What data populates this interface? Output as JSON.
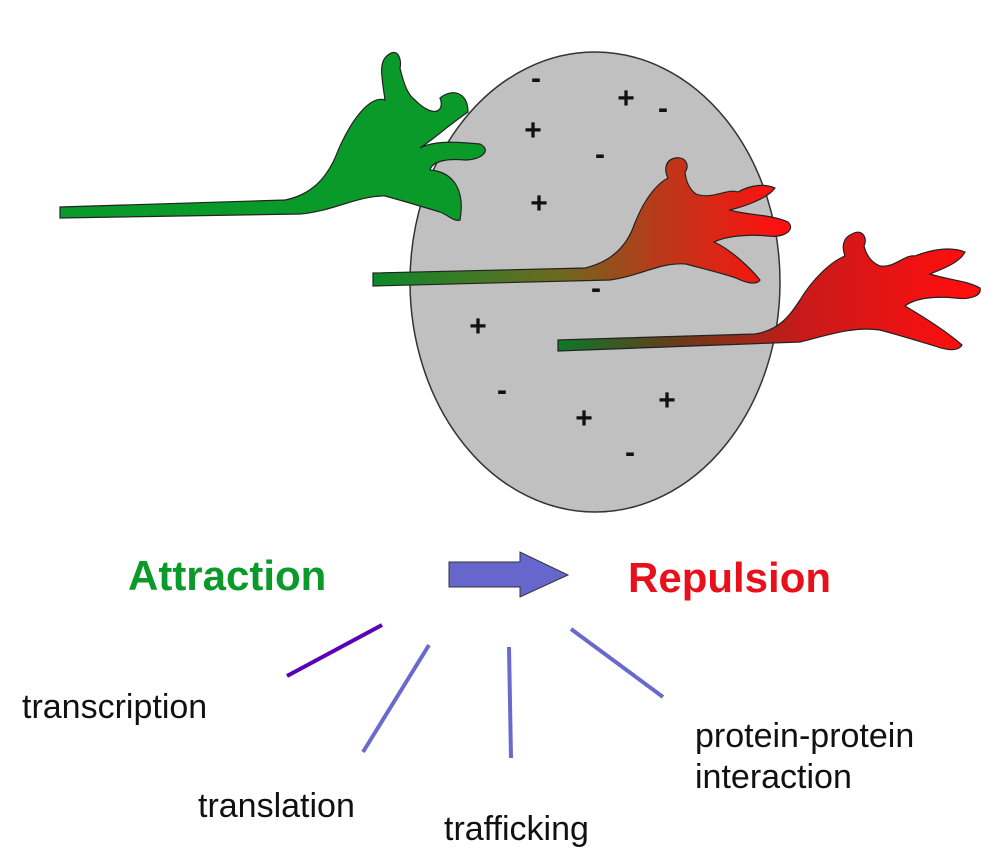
{
  "diagram": {
    "charges": [
      "-",
      "+",
      "-",
      "+",
      "-",
      "+",
      "-",
      "+",
      "-",
      "+",
      "+",
      "-"
    ],
    "left_label": "Attraction",
    "right_label": "Repulsion",
    "mechanisms": {
      "transcription": "transcription",
      "translation": "translation",
      "trafficking": "trafficking",
      "protein_line1": "protein-protein",
      "protein_line2": "interaction"
    }
  },
  "colors": {
    "attraction": "#0a9a2a",
    "repulsion": "#e8101a",
    "target": "#c0c0c0",
    "arrow": "#6666cc",
    "line_primary": "#5a00b8",
    "line": "#6a6acc"
  }
}
